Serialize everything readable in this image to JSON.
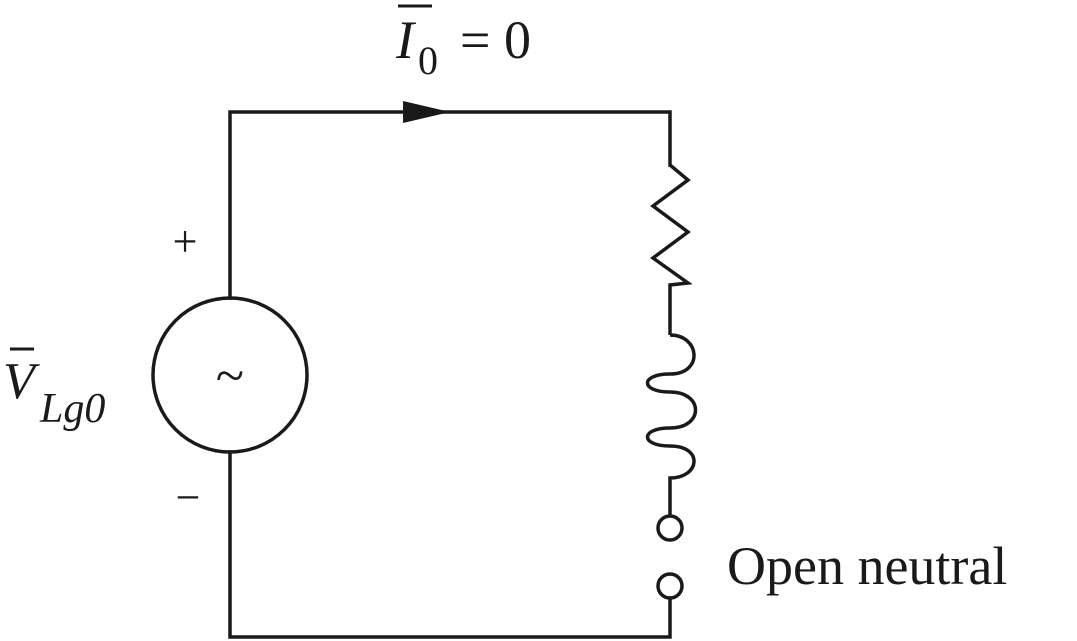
{
  "current_label": {
    "symbol": "I",
    "subscript": "0",
    "equals": "= 0"
  },
  "source": {
    "tilde": "~",
    "plus": "+",
    "minus": "−",
    "voltage_symbol": "V",
    "voltage_subscript": "Lg0"
  },
  "neutral_label": "Open neutral",
  "colors": {
    "line": "#1a1a1a",
    "background": "#ffffff"
  }
}
